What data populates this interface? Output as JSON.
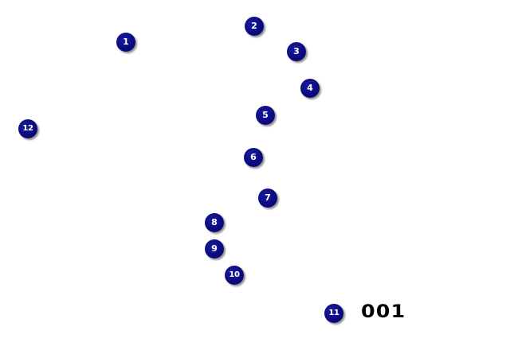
{
  "game": {
    "type": "connect-the-dots",
    "dot_color": "#0b0b80",
    "dot_text_color": "#ffffff",
    "dots": [
      {
        "label": "1"
      },
      {
        "label": "2"
      },
      {
        "label": "3"
      },
      {
        "label": "4"
      },
      {
        "label": "5"
      },
      {
        "label": "6"
      },
      {
        "label": "7"
      },
      {
        "label": "8"
      },
      {
        "label": "9"
      },
      {
        "label": "10"
      },
      {
        "label": "11"
      },
      {
        "label": "12"
      }
    ],
    "counter": "001"
  }
}
